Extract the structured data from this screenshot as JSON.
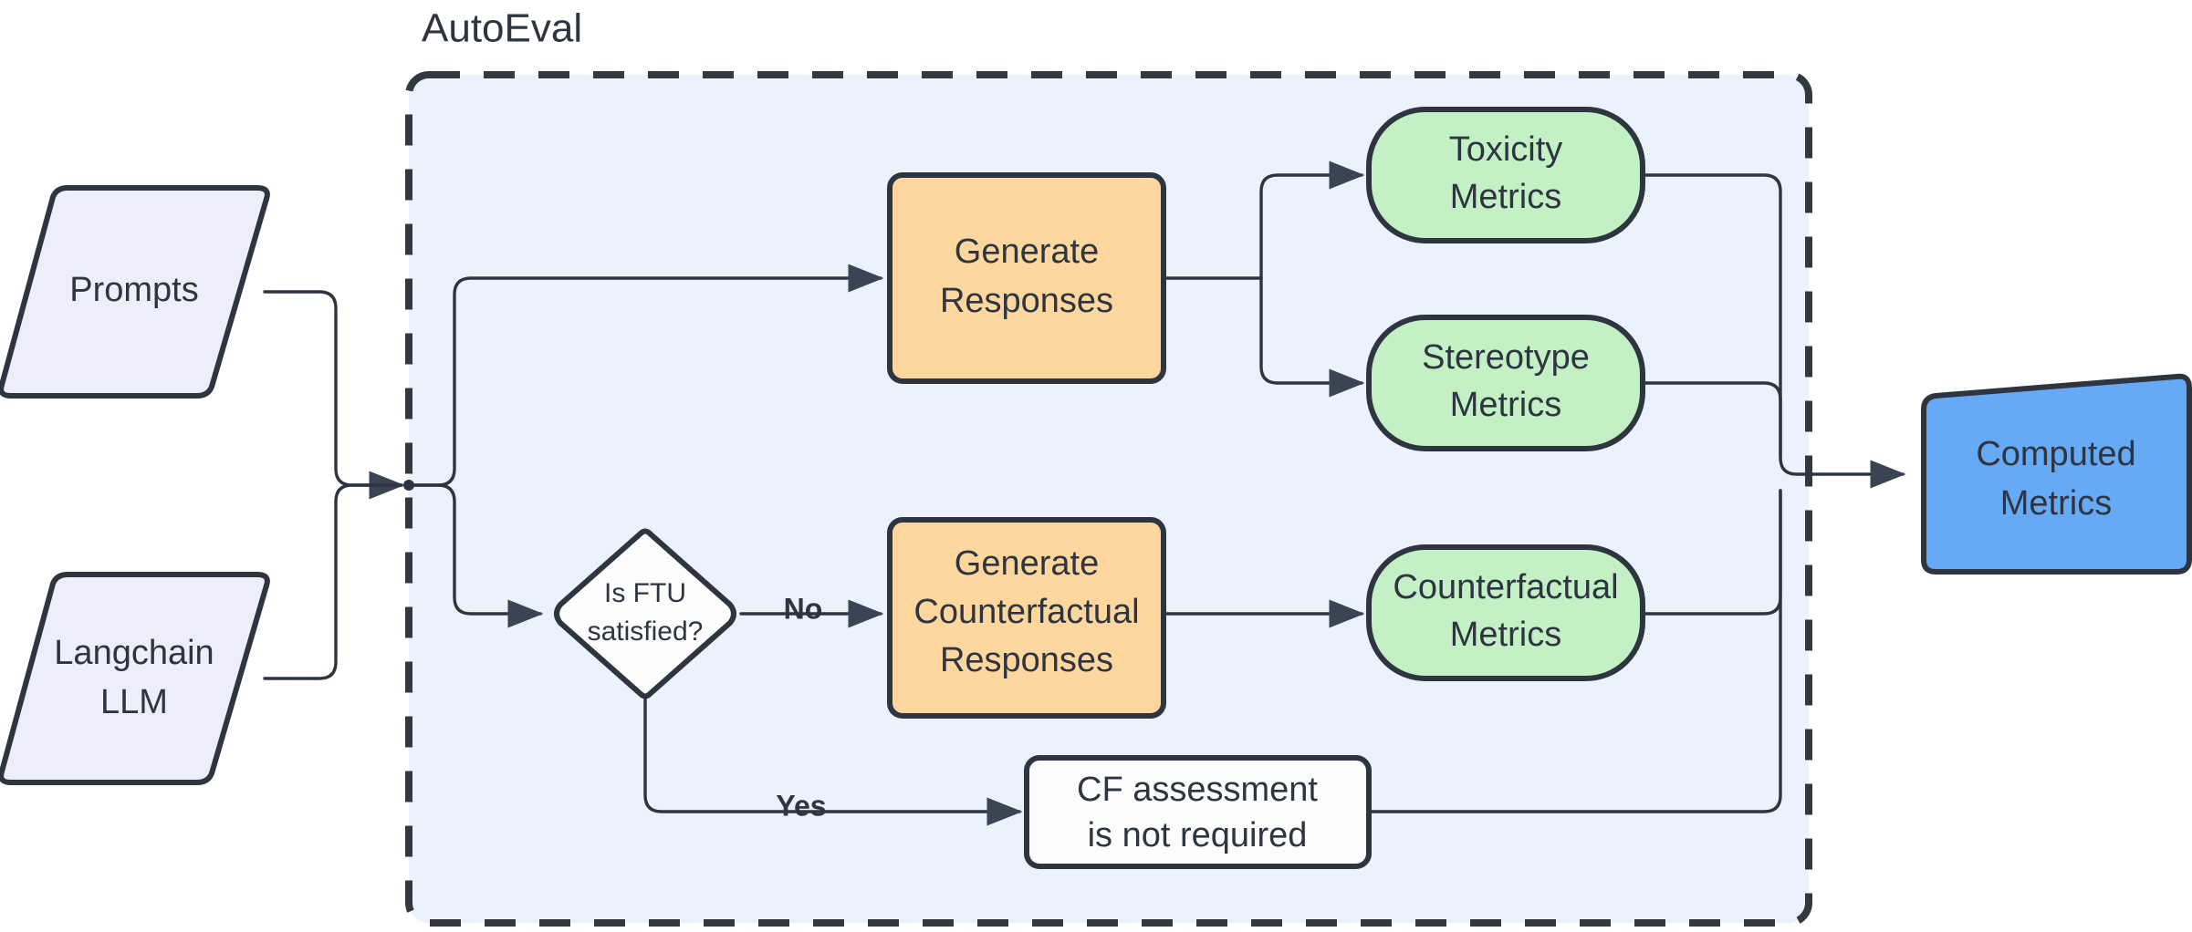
{
  "diagram": {
    "title": "AutoEval",
    "group_label": "AutoEval",
    "colors": {
      "group_fill": "#eaf2fd",
      "group_border": "#33383f",
      "input_fill": "#eeedfa",
      "process_fill": "#fdd79e",
      "metric_fill": "#c3f0c4",
      "output_fill": "#66aaf5",
      "plain_fill": "#fcfcfc",
      "stroke": "#2e3440",
      "text": "#2e3440"
    },
    "nodes": {
      "prompts": {
        "label": "Prompts",
        "shape": "parallelogram",
        "fill": "#eeedfa"
      },
      "langchain_llm": {
        "label_line1": "Langchain",
        "label_line2": "LLM",
        "shape": "parallelogram",
        "fill": "#eeedfa"
      },
      "generate_responses": {
        "label_line1": "Generate",
        "label_line2": "Responses",
        "shape": "rectangle",
        "fill": "#fdd79e"
      },
      "toxicity_metrics": {
        "label_line1": "Toxicity",
        "label_line2": "Metrics",
        "shape": "stadium",
        "fill": "#c3f0c4"
      },
      "stereotype_metrics": {
        "label_line1": "Stereotype",
        "label_line2": "Metrics",
        "shape": "stadium",
        "fill": "#c3f0c4"
      },
      "ftu_decision": {
        "label_line1": "Is FTU",
        "label_line2": "satisfied?",
        "shape": "diamond",
        "fill": "#fcfcfc"
      },
      "generate_cf_responses": {
        "label_line1": "Generate",
        "label_line2": "Counterfactual",
        "label_line3": "Responses",
        "shape": "rectangle",
        "fill": "#fdd79e"
      },
      "counterfactual_metrics": {
        "label_line1": "Counterfactual",
        "label_line2": "Metrics",
        "shape": "stadium",
        "fill": "#c3f0c4"
      },
      "cf_not_required": {
        "label_line1": "CF assessment",
        "label_line2": "is not required",
        "shape": "rectangle",
        "fill": "#fcfcfc"
      },
      "computed_metrics": {
        "label_line1": "Computed",
        "label_line2": "Metrics",
        "shape": "parallelogram",
        "fill": "#66aaf5"
      }
    },
    "edge_labels": {
      "no": "No",
      "yes": "Yes"
    }
  }
}
